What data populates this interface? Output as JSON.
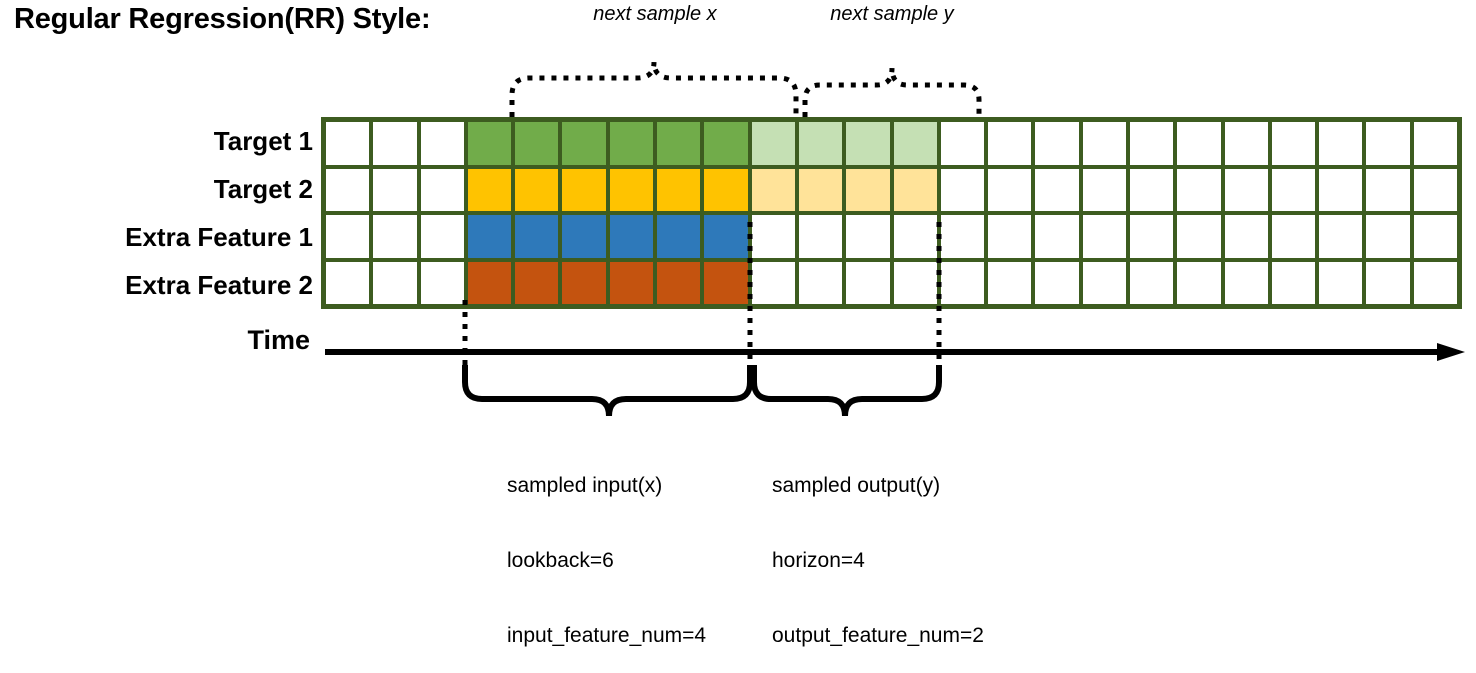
{
  "title": "Regular Regression(RR) Style:",
  "top_annotations": {
    "next_sample_x": "next sample x",
    "next_sample_y": "next sample y"
  },
  "rows": [
    {
      "label": "Target 1",
      "series": "target",
      "color": "#71ac4a",
      "faded_color": "#c5e0b4"
    },
    {
      "label": "Target 2",
      "series": "target",
      "color": "#ffc300",
      "faded_color": "#ffe399"
    },
    {
      "label": "Extra Feature 1",
      "series": "feature",
      "color": "#2e79ba",
      "faded_color": null
    },
    {
      "label": "Extra Feature 2",
      "series": "feature",
      "color": "#c4530f",
      "faded_color": null
    }
  ],
  "grid": {
    "columns": 24,
    "rows": 4,
    "border_color": "#3d5c20",
    "empty_color": "#ffffff",
    "input_start_col": 3,
    "input_end_col": 9,
    "output_start_col": 9,
    "output_end_col": 13
  },
  "time_axis": {
    "label": "Time"
  },
  "captions": {
    "input": {
      "line1": "sampled input(x)",
      "line2": "lookback=6",
      "line3": "input_feature_num=4"
    },
    "output": {
      "line1": "sampled output(y)",
      "line2": "horizon=4",
      "line3": "output_feature_num=2"
    }
  },
  "values": {
    "lookback": 6,
    "horizon": 4,
    "input_feature_num": 4,
    "output_feature_num": 2
  }
}
